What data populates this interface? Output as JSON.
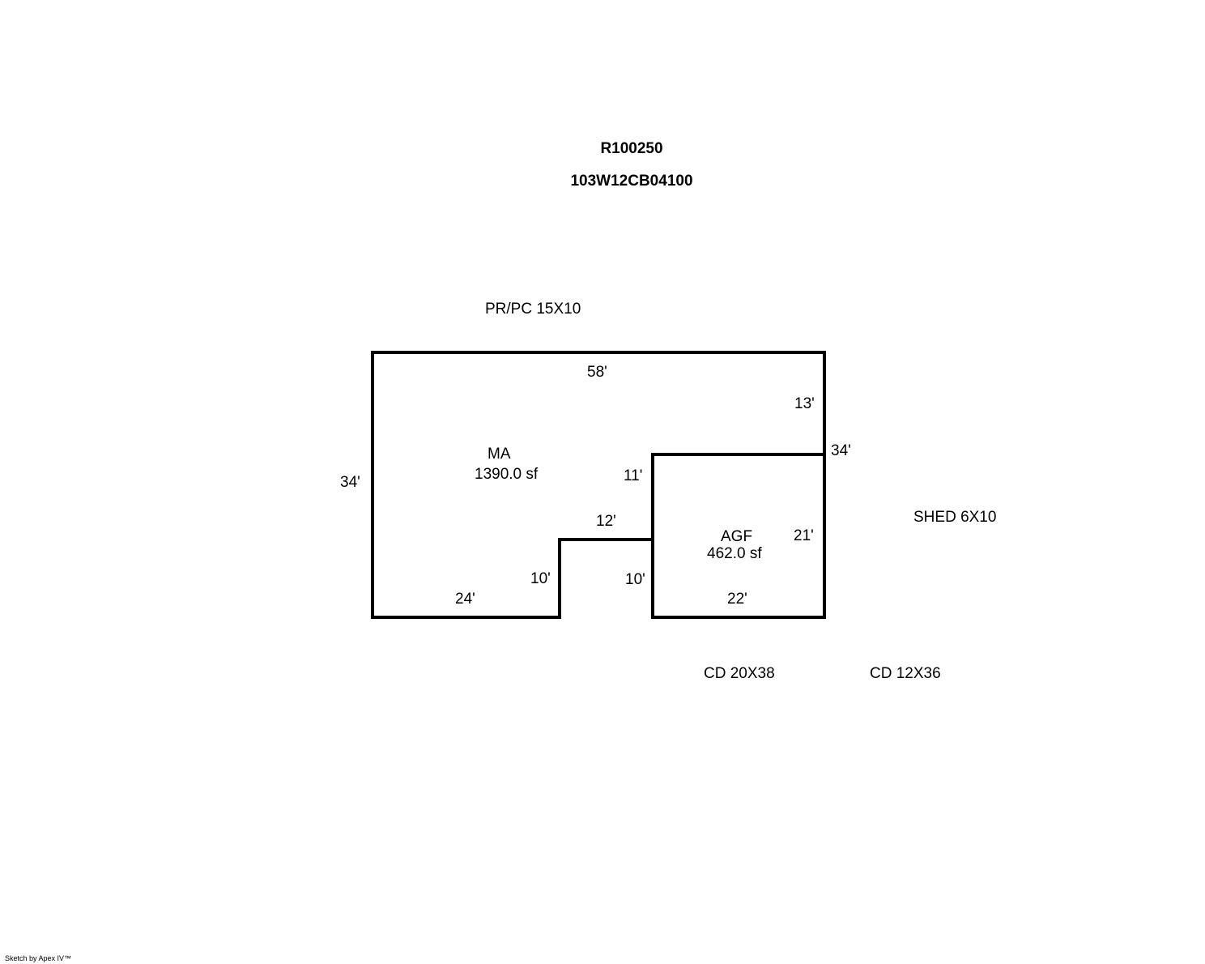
{
  "header": {
    "account_id": "R100250",
    "parcel_number": "103W12CB04100"
  },
  "areas": {
    "main": {
      "code": "MA",
      "area": "1390.0 sf"
    },
    "garage": {
      "code": "AGF",
      "area": "462.0 sf"
    }
  },
  "dimensions": {
    "ma_top": "58'",
    "ma_left": "34'",
    "ma_bottom": "24'",
    "notch_left": "10'",
    "notch_top": "12'",
    "notch_right": "10'",
    "agf_top_left": "11'",
    "right_upper": "13'",
    "right_total": "34'",
    "agf_right": "21'",
    "agf_bottom": "22'"
  },
  "labels": {
    "porch": "PR/PC 15X10",
    "shed": "SHED 6X10",
    "deck1": "CD 20X38",
    "deck2": "CD 12X36"
  },
  "footer": {
    "credit": "Sketch by Apex IV™"
  }
}
